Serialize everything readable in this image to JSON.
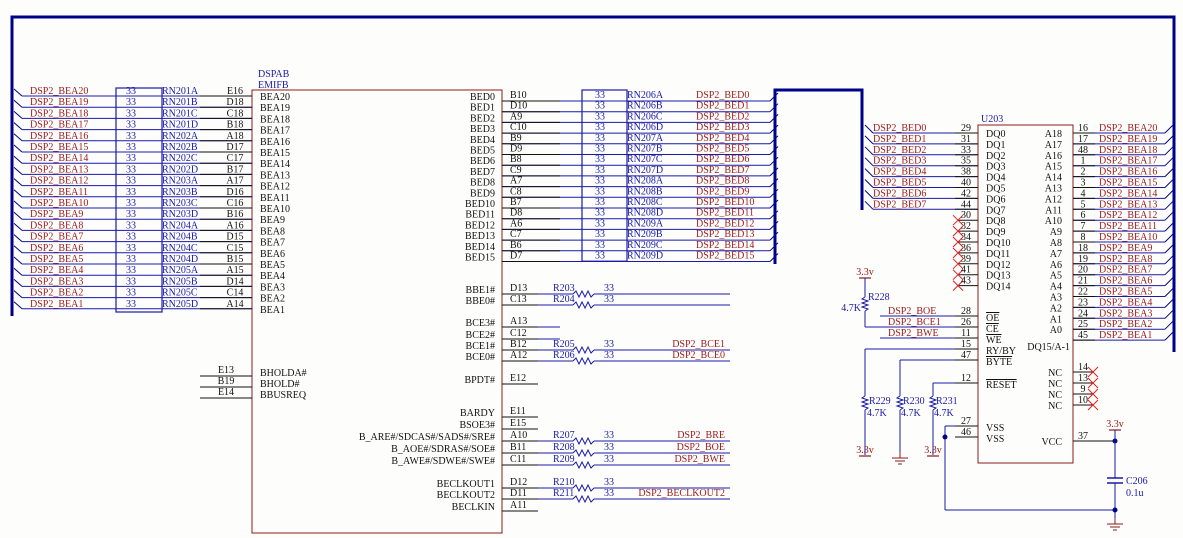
{
  "title_block": {
    "ref": "DSPAB",
    "part": "EMIFB"
  },
  "address_rows": [
    {
      "net": "DSP2_BEA20",
      "res": "33",
      "rn": "RN201A",
      "pin": "E16",
      "sig": "BEA20"
    },
    {
      "net": "DSP2_BEA19",
      "res": "33",
      "rn": "RN201B",
      "pin": "D18",
      "sig": "BEA19"
    },
    {
      "net": "DSP2_BEA18",
      "res": "33",
      "rn": "RN201C",
      "pin": "C18",
      "sig": "BEA18"
    },
    {
      "net": "DSP2_BEA17",
      "res": "33",
      "rn": "RN201D",
      "pin": "B18",
      "sig": "BEA17"
    },
    {
      "net": "DSP2_BEA16",
      "res": "33",
      "rn": "RN202A",
      "pin": "A18",
      "sig": "BEA16"
    },
    {
      "net": "DSP2_BEA15",
      "res": "33",
      "rn": "RN202B",
      "pin": "D17",
      "sig": "BEA15"
    },
    {
      "net": "DSP2_BEA14",
      "res": "33",
      "rn": "RN202C",
      "pin": "C17",
      "sig": "BEA14"
    },
    {
      "net": "DSP2_BEA13",
      "res": "33",
      "rn": "RN202D",
      "pin": "B17",
      "sig": "BEA13"
    },
    {
      "net": "DSP2_BEA12",
      "res": "33",
      "rn": "RN203A",
      "pin": "A17",
      "sig": "BEA12"
    },
    {
      "net": "DSP2_BEA11",
      "res": "33",
      "rn": "RN203B",
      "pin": "D16",
      "sig": "BEA11"
    },
    {
      "net": "DSP2_BEA10",
      "res": "33",
      "rn": "RN203C",
      "pin": "C16",
      "sig": "BEA10"
    },
    {
      "net": "DSP2_BEA9",
      "res": "33",
      "rn": "RN203D",
      "pin": "B16",
      "sig": "BEA9"
    },
    {
      "net": "DSP2_BEA8",
      "res": "33",
      "rn": "RN204A",
      "pin": "A16",
      "sig": "BEA8"
    },
    {
      "net": "DSP2_BEA7",
      "res": "33",
      "rn": "RN204B",
      "pin": "D15",
      "sig": "BEA7"
    },
    {
      "net": "DSP2_BEA6",
      "res": "33",
      "rn": "RN204C",
      "pin": "C15",
      "sig": "BEA6"
    },
    {
      "net": "DSP2_BEA5",
      "res": "33",
      "rn": "RN204D",
      "pin": "B15",
      "sig": "BEA5"
    },
    {
      "net": "DSP2_BEA4",
      "res": "33",
      "rn": "RN205A",
      "pin": "A15",
      "sig": "BEA4"
    },
    {
      "net": "DSP2_BEA3",
      "res": "33",
      "rn": "RN205B",
      "pin": "D14",
      "sig": "BEA3"
    },
    {
      "net": "DSP2_BEA2",
      "res": "33",
      "rn": "RN205C",
      "pin": "C14",
      "sig": "BEA2"
    },
    {
      "net": "DSP2_BEA1",
      "res": "33",
      "rn": "RN205D",
      "pin": "A14",
      "sig": "BEA1"
    }
  ],
  "data_rows": [
    {
      "sig": "BED0",
      "pin": "B10",
      "res": "33",
      "rn": "RN206A",
      "net": "DSP2_BED0"
    },
    {
      "sig": "BED1",
      "pin": "D10",
      "res": "33",
      "rn": "RN206B",
      "net": "DSP2_BED1"
    },
    {
      "sig": "BED2",
      "pin": "A9",
      "res": "33",
      "rn": "RN206C",
      "net": "DSP2_BED2"
    },
    {
      "sig": "BED3",
      "pin": "C10",
      "res": "33",
      "rn": "RN206D",
      "net": "DSP2_BED3"
    },
    {
      "sig": "BED4",
      "pin": "B9",
      "res": "33",
      "rn": "RN207A",
      "net": "DSP2_BED4"
    },
    {
      "sig": "BED5",
      "pin": "D9",
      "res": "33",
      "rn": "RN207B",
      "net": "DSP2_BED5"
    },
    {
      "sig": "BED6",
      "pin": "B8",
      "res": "33",
      "rn": "RN207C",
      "net": "DSP2_BED6"
    },
    {
      "sig": "BED7",
      "pin": "C9",
      "res": "33",
      "rn": "RN207D",
      "net": "DSP2_BED7"
    },
    {
      "sig": "BED8",
      "pin": "A7",
      "res": "33",
      "rn": "RN208A",
      "net": "DSP2_BED8"
    },
    {
      "sig": "BED9",
      "pin": "C8",
      "res": "33",
      "rn": "RN208B",
      "net": "DSP2_BED9"
    },
    {
      "sig": "BED10",
      "pin": "B7",
      "res": "33",
      "rn": "RN208C",
      "net": "DSP2_BED10"
    },
    {
      "sig": "BED11",
      "pin": "D8",
      "res": "33",
      "rn": "RN208D",
      "net": "DSP2_BED11"
    },
    {
      "sig": "BED12",
      "pin": "A6",
      "res": "33",
      "rn": "RN209A",
      "net": "DSP2_BED12"
    },
    {
      "sig": "BED13",
      "pin": "C7",
      "res": "33",
      "rn": "RN209B",
      "net": "DSP2_BED13"
    },
    {
      "sig": "BED14",
      "pin": "B6",
      "res": "33",
      "rn": "RN209C",
      "net": "DSP2_BED14"
    },
    {
      "sig": "BED15",
      "pin": "D7",
      "res": "33",
      "rn": "RN209D",
      "net": "DSP2_BED15"
    }
  ],
  "hold_pins": [
    {
      "pin": "E13",
      "sig": "BHOLDA#"
    },
    {
      "pin": "B19",
      "sig": "BHOLD#"
    },
    {
      "pin": "E14",
      "sig": "BBUSREQ"
    }
  ],
  "ctrl_pins": [
    {
      "sig": "BBE1#",
      "pin": "D13",
      "res": "R203",
      "val": "33",
      "net": ""
    },
    {
      "sig": "BBE0#",
      "pin": "C13",
      "res": "R204",
      "val": "33",
      "net": ""
    },
    {
      "sig": "BCE3#",
      "pin": "A13",
      "res": "",
      "val": "",
      "net": ""
    },
    {
      "sig": "BCE2#",
      "pin": "C12",
      "res": "",
      "val": "",
      "net": ""
    },
    {
      "sig": "BCE1#",
      "pin": "B12",
      "res": "R205",
      "val": "33",
      "net": "DSP2_BCE1"
    },
    {
      "sig": "BCE0#",
      "pin": "A12",
      "res": "R206",
      "val": "33",
      "net": "DSP2_BCE0"
    },
    {
      "sig": "BPDT#",
      "pin": "E12",
      "res": "",
      "val": "",
      "net": ""
    },
    {
      "sig": "BARDY",
      "pin": "E11",
      "res": "",
      "val": "",
      "net": ""
    },
    {
      "sig": "BSOE3#",
      "pin": "E15",
      "res": "",
      "val": "",
      "net": ""
    },
    {
      "sig": "B_ARE#/SDCAS#/SADS#/SRE#",
      "pin": "A10",
      "res": "R207",
      "val": "33",
      "net": "DSP2_BRE"
    },
    {
      "sig": "B_AOE#/SDRAS#/SOE#",
      "pin": "B11",
      "res": "R208",
      "val": "33",
      "net": "DSP2_BOE"
    },
    {
      "sig": "B_AWE#/SDWE#/SWE#",
      "pin": "C11",
      "res": "R209",
      "val": "33",
      "net": "DSP2_BWE"
    },
    {
      "sig": "BECLKOUT1",
      "pin": "D12",
      "res": "R210",
      "val": "33",
      "net": ""
    },
    {
      "sig": "BECLKOUT2",
      "pin": "D11",
      "res": "R211",
      "val": "33",
      "net": "DSP2_BECLKOUT2"
    },
    {
      "sig": "BECLKIN",
      "pin": "A11",
      "res": "",
      "val": "",
      "net": ""
    }
  ],
  "u203": {
    "ref": "U203",
    "dq_conn": [
      {
        "net": "DSP2_BED0",
        "pin": "29",
        "sig": "DQ0"
      },
      {
        "net": "DSP2_BED1",
        "pin": "31",
        "sig": "DQ1"
      },
      {
        "net": "DSP2_BED2",
        "pin": "33",
        "sig": "DQ2"
      },
      {
        "net": "DSP2_BED3",
        "pin": "35",
        "sig": "DQ3"
      },
      {
        "net": "DSP2_BED4",
        "pin": "38",
        "sig": "DQ4"
      },
      {
        "net": "DSP2_BED5",
        "pin": "40",
        "sig": "DQ5"
      },
      {
        "net": "DSP2_BED6",
        "pin": "42",
        "sig": "DQ6"
      },
      {
        "net": "DSP2_BED7",
        "pin": "44",
        "sig": "DQ7"
      }
    ],
    "dq_nc": [
      {
        "pin": "30",
        "sig": "DQ8"
      },
      {
        "pin": "32",
        "sig": "DQ9"
      },
      {
        "pin": "34",
        "sig": "DQ10"
      },
      {
        "pin": "36",
        "sig": "DQ11"
      },
      {
        "pin": "39",
        "sig": "DQ12"
      },
      {
        "pin": "41",
        "sig": "DQ13"
      },
      {
        "pin": "43",
        "sig": "DQ14"
      }
    ],
    "ctrl": [
      {
        "net": "DSP2_BOE",
        "pin": "28",
        "sig": "OE"
      },
      {
        "net": "DSP2_BCE1",
        "pin": "26",
        "sig": "CE"
      },
      {
        "net": "DSP2_BWE",
        "pin": "11",
        "sig": "WE"
      },
      {
        "net": "",
        "pin": "15",
        "sig": "RY/BY"
      },
      {
        "net": "",
        "pin": "47",
        "sig": "BYTE"
      },
      {
        "net": "",
        "pin": "12",
        "sig": "RESET"
      },
      {
        "net": "",
        "pin": "27",
        "sig": "VSS"
      },
      {
        "net": "",
        "pin": "46",
        "sig": "VSS"
      }
    ],
    "addr": [
      {
        "sig": "A18",
        "pin": "16",
        "net": "DSP2_BEA20"
      },
      {
        "sig": "A17",
        "pin": "17",
        "net": "DSP2_BEA19"
      },
      {
        "sig": "A16",
        "pin": "48",
        "net": "DSP2_BEA18"
      },
      {
        "sig": "A15",
        "pin": "1",
        "net": "DSP2_BEA17"
      },
      {
        "sig": "A14",
        "pin": "2",
        "net": "DSP2_BEA16"
      },
      {
        "sig": "A13",
        "pin": "3",
        "net": "DSP2_BEA15"
      },
      {
        "sig": "A12",
        "pin": "4",
        "net": "DSP2_BEA14"
      },
      {
        "sig": "A11",
        "pin": "5",
        "net": "DSP2_BEA13"
      },
      {
        "sig": "A10",
        "pin": "6",
        "net": "DSP2_BEA12"
      },
      {
        "sig": "A9",
        "pin": "7",
        "net": "DSP2_BEA11"
      },
      {
        "sig": "A8",
        "pin": "8",
        "net": "DSP2_BEA10"
      },
      {
        "sig": "A7",
        "pin": "18",
        "net": "DSP2_BEA9"
      },
      {
        "sig": "A6",
        "pin": "19",
        "net": "DSP2_BEA8"
      },
      {
        "sig": "A5",
        "pin": "20",
        "net": "DSP2_BEA7"
      },
      {
        "sig": "A4",
        "pin": "21",
        "net": "DSP2_BEA6"
      },
      {
        "sig": "A3",
        "pin": "22",
        "net": "DSP2_BEA5"
      },
      {
        "sig": "A2",
        "pin": "23",
        "net": "DSP2_BEA4"
      },
      {
        "sig": "A1",
        "pin": "24",
        "net": "DSP2_BEA3"
      },
      {
        "sig": "A0",
        "pin": "25",
        "net": "DSP2_BEA2"
      },
      {
        "sig": "DQ15/A-1",
        "pin": "45",
        "net": "DSP2_BEA1"
      }
    ],
    "nc": [
      {
        "pin": "14",
        "sig": "NC"
      },
      {
        "pin": "13",
        "sig": "NC"
      },
      {
        "pin": "9",
        "sig": "NC"
      },
      {
        "pin": "10",
        "sig": "NC"
      }
    ],
    "vcc": {
      "pin": "37",
      "sig": "VCC"
    }
  },
  "pullups": [
    {
      "ref": "R228",
      "val": "4.7K",
      "rail": "3.3v"
    },
    {
      "ref": "R229",
      "val": "4.7K",
      "rail": "3.3v"
    },
    {
      "ref": "R230",
      "val": "4.7K",
      "rail": "GND"
    },
    {
      "ref": "R231",
      "val": "4.7K",
      "rail": "3.3v"
    }
  ],
  "cap": {
    "ref": "C206",
    "val": "0.1u",
    "rail": "3.3v"
  },
  "colors": {
    "net": "#9a1a1a",
    "bus": "#00008b",
    "wire": "#1a1aa8",
    "part": "#8b1a1a",
    "pin": "#111111",
    "nc": "#e02020"
  }
}
